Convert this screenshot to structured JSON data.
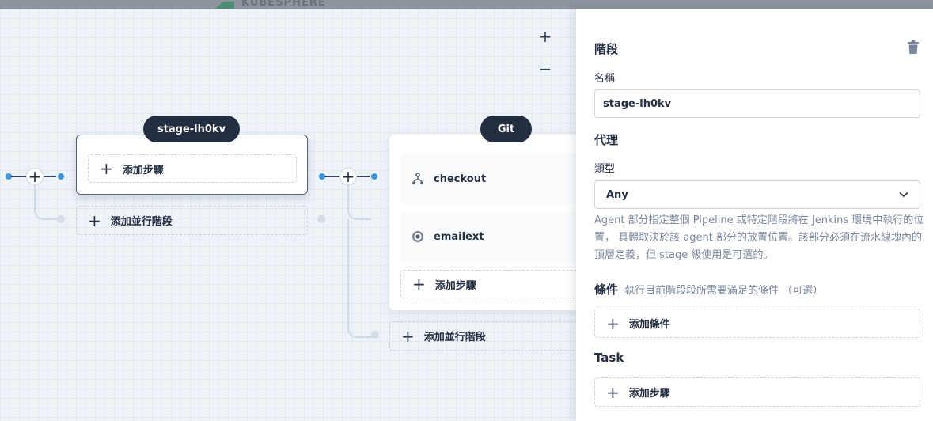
{
  "header": {
    "brand": "KUBESPHERE"
  },
  "canvas": {
    "zoom_in": "+",
    "zoom_out": "−",
    "stages": [
      {
        "name": "stage-lh0kv",
        "add_step_label": "添加步驟",
        "add_parallel_label": "添加並行階段"
      },
      {
        "name": "Git",
        "steps": [
          {
            "label": "checkout",
            "icon": "branch-icon"
          },
          {
            "label": "emailext",
            "icon": "target-icon"
          }
        ],
        "add_step_label": "添加步驟",
        "add_parallel_label": "添加並行階段"
      }
    ]
  },
  "panel": {
    "stage_title": "階段",
    "name_label": "名稱",
    "name_value": "stage-lh0kv",
    "agent_title": "代理",
    "type_label": "類型",
    "type_value": "Any",
    "agent_desc": "Agent 部分指定整個 Pipeline 或特定階段將在 Jenkins 環境中執行的位置， 具體取決於該 agent 部分的放置位置。該部分必須在流水線塊內的頂層定義，但 stage 級使用是可選的。",
    "condition_title": "條件",
    "condition_hint": "執行目前階段段所需要滿足的條件 （可選）",
    "add_condition_label": "添加條件",
    "task_title": "Task",
    "add_step_label": "添加步驟"
  },
  "colors": {
    "dark": "#242e42",
    "accent_blue": "#3b96dd",
    "muted": "#79879c"
  }
}
